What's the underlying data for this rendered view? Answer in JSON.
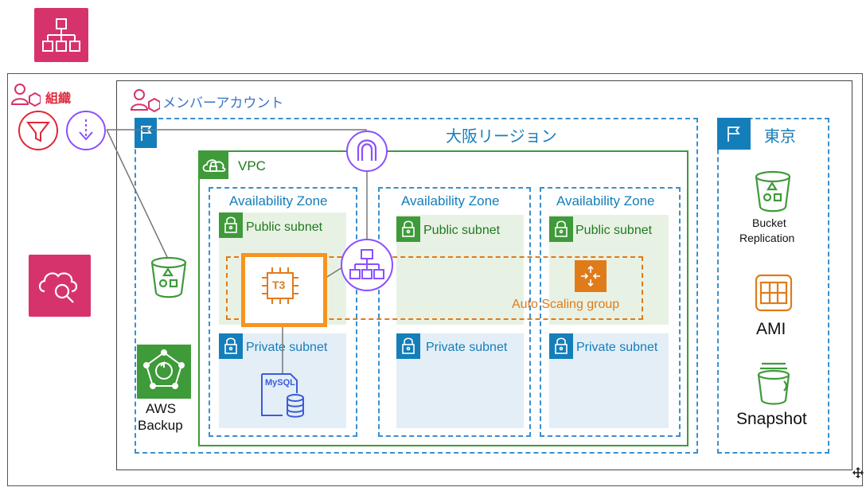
{
  "organization": {
    "label": "組織"
  },
  "member_account": {
    "label": "メンバーアカウント"
  },
  "osaka_region": {
    "label": "大阪リージョン"
  },
  "tokyo_region": {
    "label": "東京"
  },
  "vpc": {
    "label": "VPC"
  },
  "availability_zones": [
    {
      "label": "Availability Zone"
    },
    {
      "label": "Availability Zone"
    },
    {
      "label": "Availability Zone"
    }
  ],
  "public_subnets": [
    {
      "label": "Public subnet"
    },
    {
      "label": "Public subnet"
    },
    {
      "label": "Public subnet"
    }
  ],
  "private_subnets": [
    {
      "label": "Private subnet"
    },
    {
      "label": "Private subnet"
    },
    {
      "label": "Private subnet"
    }
  ],
  "auto_scaling_group": {
    "label": "Auto Scaling group"
  },
  "ec2": {
    "label": "T3"
  },
  "database": {
    "label": "MySQL"
  },
  "aws_backup": {
    "line1": "AWS",
    "line2": "Backup"
  },
  "tokyo_items": {
    "bucket_line1": "Bucket",
    "bucket_line2": "Replication",
    "ami": "AMI",
    "snapshot": "Snapshot"
  },
  "colors": {
    "pink": "#d6336c",
    "purple": "#8c4fff",
    "green": "#3f9a3a",
    "blue": "#147eba",
    "orange": "#e07b1a",
    "red": "#e0263a"
  },
  "icons": [
    "organizations-icon",
    "organization-account-icon",
    "member-account-icon",
    "scp-filter-icon",
    "policy-icon",
    "region-flag-icon",
    "vpc-cloud-icon",
    "lock-icon",
    "internet-gateway-icon",
    "load-balancer-icon",
    "ec2-chip-icon",
    "auto-scaling-icon",
    "rds-mysql-icon",
    "s3-bucket-icon",
    "backup-icon",
    "cloud-search-icon",
    "ami-icon",
    "snapshot-icon",
    "resize-handle-icon"
  ]
}
